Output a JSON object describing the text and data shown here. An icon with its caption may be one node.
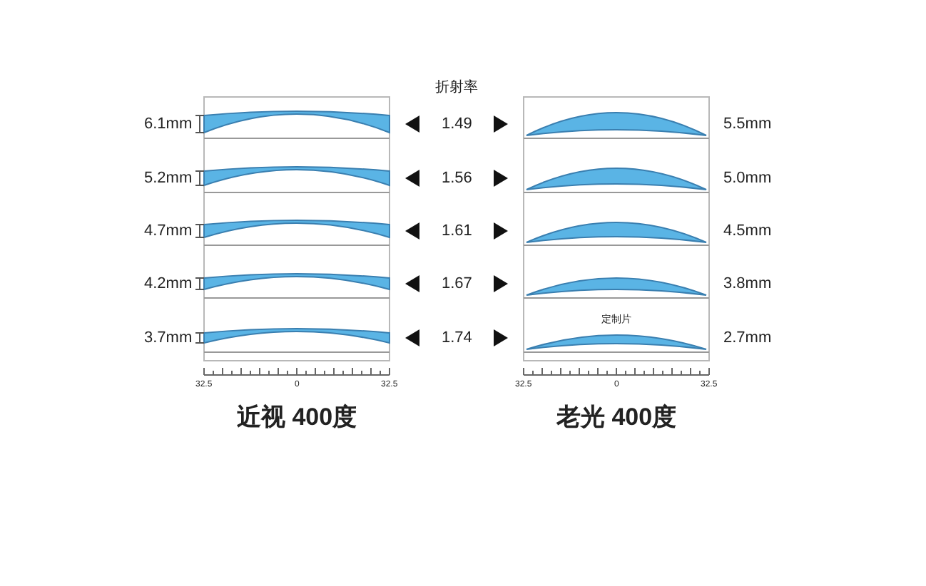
{
  "diagram": {
    "labels": [
      "折射率",
      "6.1mm",
      "1.49",
      "5.5mm",
      "5.2mm",
      "1.56",
      "5.0mm",
      "4.7mm",
      "1.61",
      "4.5mm",
      "4.2mm",
      "1.67",
      "3.8mm",
      "定制片",
      "3.7mm",
      "1.74",
      "2.7mm",
      "32.5",
      "0",
      "32.5",
      "32.5",
      "0",
      "32.5",
      "近视 400度",
      "老光 400度"
    ]
  }
}
